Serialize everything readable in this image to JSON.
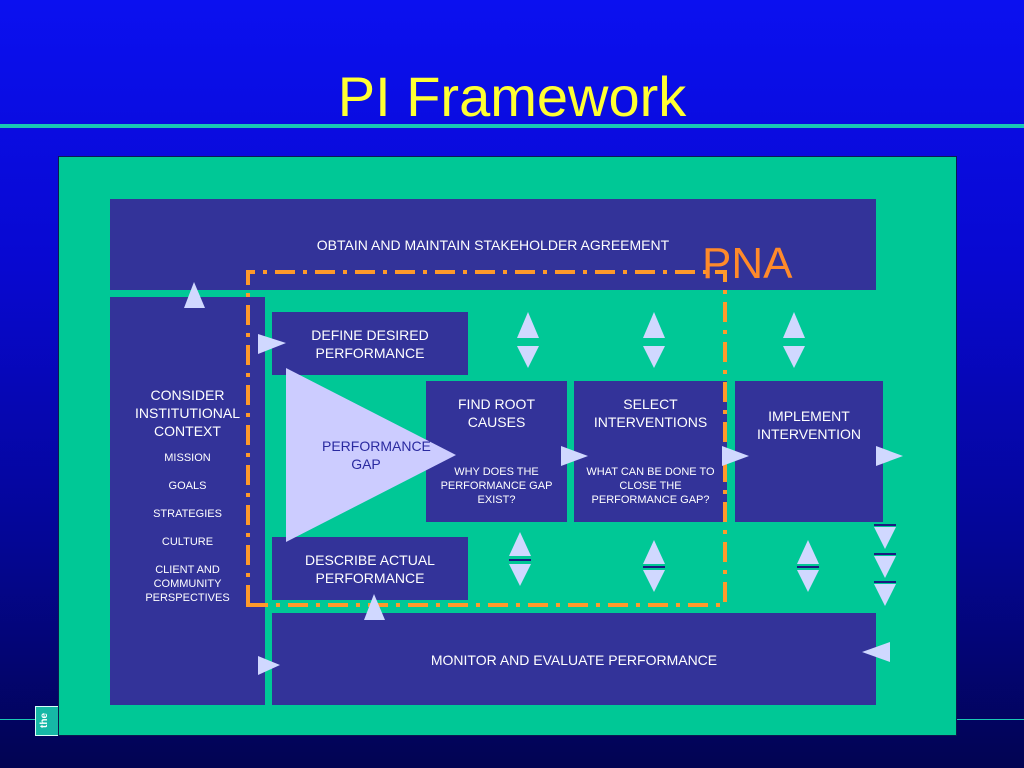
{
  "slide": {
    "title": "PI Framework",
    "logo_text": "the"
  },
  "diagram": {
    "stakeholder": "OBTAIN AND MAINTAIN STAKEHOLDER AGREEMENT",
    "context": {
      "title": "CONSIDER INSTITUTIONAL CONTEXT",
      "items": [
        "MISSION",
        "GOALS",
        "STRATEGIES",
        "CULTURE",
        "CLIENT AND COMMUNITY PERSPECTIVES"
      ]
    },
    "define_desired": "DEFINE DESIRED PERFORMANCE",
    "performance_gap": "PERFORMANCE GAP",
    "find_root": {
      "title": "FIND ROOT CAUSES",
      "question": "WHY DOES THE PERFORMANCE GAP EXIST?"
    },
    "select_interventions": {
      "title": "SELECT INTERVENTIONS",
      "question": "WHAT CAN BE DONE TO CLOSE THE PERFORMANCE GAP?"
    },
    "implement": "IMPLEMENT INTERVENTION",
    "describe_actual": "DESCRIBE ACTUAL PERFORMANCE",
    "monitor": "MONITOR AND EVALUATE PERFORMANCE",
    "pna_label": "PNA"
  },
  "colors": {
    "box": "#333399",
    "panel": "#00c896",
    "title": "#ffff33",
    "pna": "#ff8a2a",
    "arrow": "#d0d8ff"
  }
}
